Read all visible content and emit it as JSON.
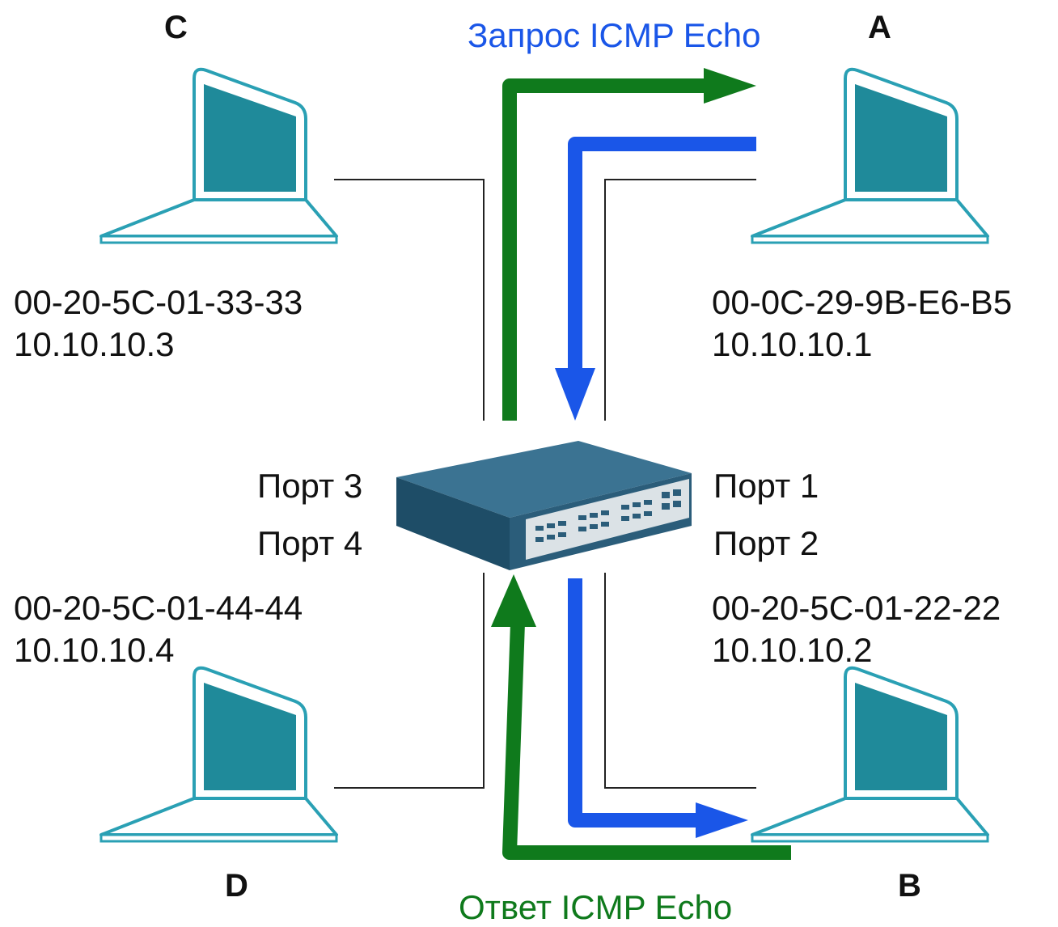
{
  "hosts": {
    "a": {
      "name": "A",
      "mac": "00-0C-29-9B-E6-B5",
      "ip": "10.10.10.1"
    },
    "b": {
      "name": "B",
      "mac": "00-20-5C-01-22-22",
      "ip": "10.10.10.2"
    },
    "c": {
      "name": "C",
      "mac": "00-20-5C-01-33-33",
      "ip": "10.10.10.3"
    },
    "d": {
      "name": "D",
      "mac": "00-20-5C-01-44-44",
      "ip": "10.10.10.4"
    }
  },
  "ports": {
    "p1": "Порт 1",
    "p2": "Порт 2",
    "p3": "Порт 3",
    "p4": "Порт 4"
  },
  "flows": {
    "request": {
      "label": "Запрос ICMP Echo",
      "color": "#1a56e8"
    },
    "reply": {
      "label": "Ответ ICMP Echo",
      "color": "#0f7a1c"
    }
  },
  "colors": {
    "laptop_screen": "#1f8a9a",
    "laptop_outline": "#2aa0b4",
    "switch_body": "#2b5d7a",
    "link": "#222222"
  },
  "icons": {
    "host": "laptop-icon",
    "switch": "network-switch-icon"
  }
}
